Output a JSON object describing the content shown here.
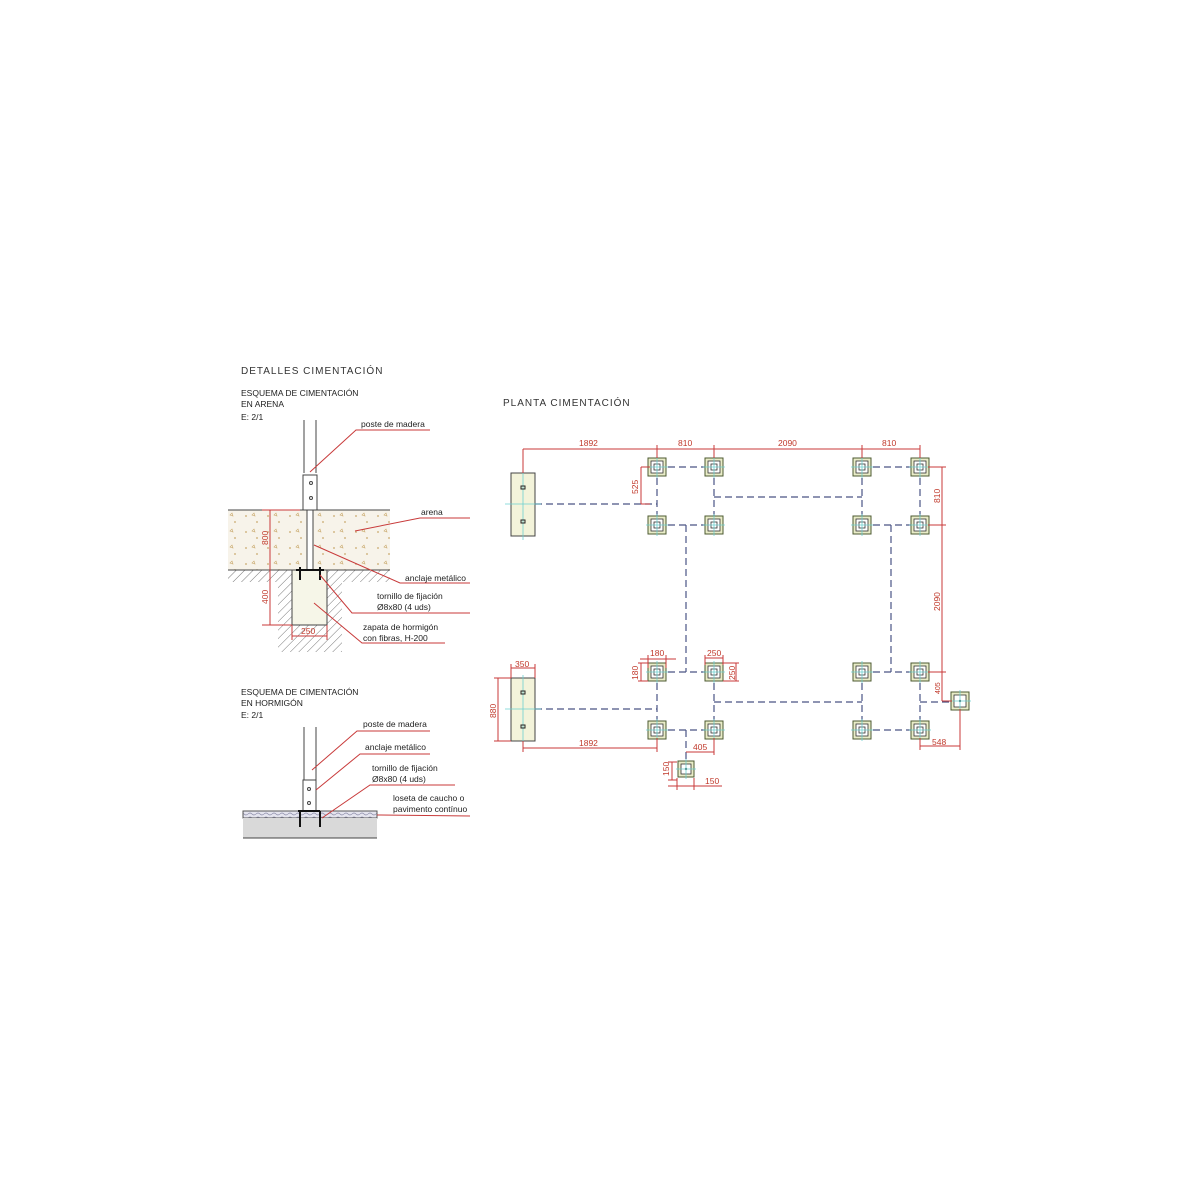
{
  "details": {
    "title": "DETALLES  CIMENTACIÓN",
    "arena": {
      "heading_line1": "ESQUEMA DE CIMENTACIÓN",
      "heading_line2": "EN ARENA",
      "scale": "E: 2/1",
      "labels": [
        "poste de madera",
        "arena",
        "anclaje metálico",
        "tornillo de fijación",
        "Ø8x80 (4 uds)",
        "zapata de hormigón",
        "con fibras, H-200"
      ],
      "dims": [
        "800",
        "400",
        "250"
      ]
    },
    "hormigon": {
      "heading_line1": "ESQUEMA DE CIMENTACIÓN",
      "heading_line2": "EN HORMIGÓN",
      "scale": "E: 2/1",
      "labels": [
        "poste de madera",
        "anclaje metálico",
        "tornillo de fijación",
        "Ø8x80 (4 uds)",
        "loseta de caucho o",
        "pavimento contínuo"
      ]
    }
  },
  "plan": {
    "title": "PLANTA  CIMENTACIÓN",
    "dims": {
      "top": [
        "1892",
        "810",
        "2090",
        "810"
      ],
      "left_525": "525",
      "right": [
        "810",
        "2090",
        "405"
      ],
      "right_548": "548",
      "bottom_1892": "1892",
      "block_width": "350",
      "block_height": "880",
      "footing_180_h": "180",
      "footing_180_v": "180",
      "footing_250_h": "250",
      "footing_250_v": "250",
      "offset_405": "405",
      "small_150_v": "150",
      "small_150_h": "150"
    }
  },
  "colors": {
    "dimension": "#c83a3a",
    "axis": "#4a5585",
    "footing": "#e9ecc8"
  }
}
